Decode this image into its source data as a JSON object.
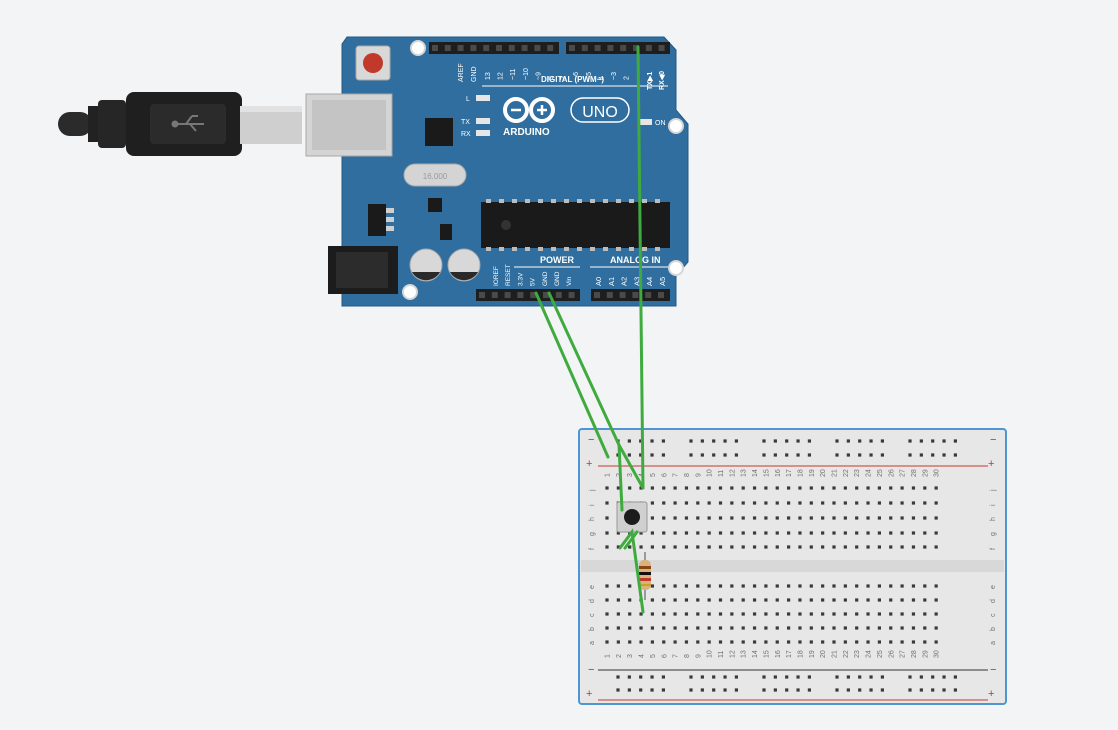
{
  "colors": {
    "canvas": "#f2f4f6",
    "board": "#2f6e9e",
    "board_edge": "#245a84",
    "wire": "#3fab3f",
    "breadboard": "#e7e7e7",
    "breadboard_border": "#4f95d4",
    "rail_red": "#c0392b",
    "rail_dark": "#333333"
  },
  "arduino": {
    "brand": "ARDUINO",
    "model": "UNO",
    "crystal": "16.000",
    "labels": {
      "aref": "AREF",
      "gnd": "GND",
      "digital": "DIGITAL (PWM~)",
      "led_l": "L",
      "led_tx": "TX",
      "led_rx": "RX",
      "led_on": "ON",
      "power": "POWER",
      "analog_in": "ANALOG IN",
      "tx1": "TX▶1",
      "rx0": "RX◀0"
    },
    "digital_pins": [
      "13",
      "12",
      "~11",
      "~10",
      "~9",
      "8",
      "7",
      "~6",
      "~5",
      "4",
      "~3",
      "2"
    ],
    "power_pins": [
      "IOREF",
      "RESET",
      "3.3V",
      "5V",
      "GND",
      "GND",
      "Vin"
    ],
    "analog_pins": [
      "A0",
      "A1",
      "A2",
      "A3",
      "A4",
      "A5"
    ]
  },
  "breadboard": {
    "rows_top": [
      "j",
      "i",
      "h",
      "g",
      "f"
    ],
    "rows_bottom": [
      "e",
      "d",
      "c",
      "b",
      "a"
    ],
    "columns": [
      "1",
      "2",
      "3",
      "4",
      "5",
      "6",
      "7",
      "8",
      "9",
      "10",
      "11",
      "12",
      "13",
      "14",
      "15",
      "16",
      "17",
      "18",
      "19",
      "20",
      "21",
      "22",
      "23",
      "24",
      "25",
      "26",
      "27",
      "28",
      "29",
      "30"
    ],
    "rail_minus": "−",
    "rail_plus": "+"
  },
  "components": {
    "usb_cable": "usb-b-cable",
    "pushbutton": "pushbutton",
    "resistor": "resistor",
    "wires": [
      "5v-to-rail",
      "gnd-to-rail",
      "pin2-to-button"
    ]
  }
}
